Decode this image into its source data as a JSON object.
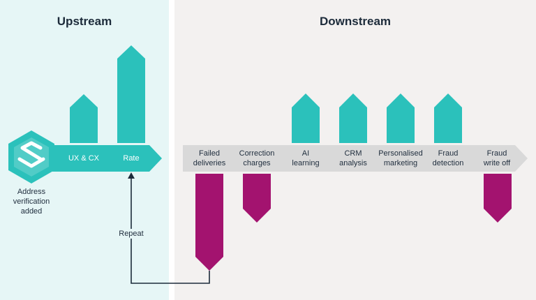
{
  "headings": {
    "upstream": "Upstream",
    "downstream": "Downstream"
  },
  "start_label": "Address\nverification\nadded",
  "upstream_steps": [
    "UX & CX",
    "Rate"
  ],
  "downstream_steps": [
    "Failed\ndeliveries",
    "Correction\ncharges",
    "AI\nlearning",
    "CRM\nanalysis",
    "Personalised\nmarketing",
    "Fraud\ndetection",
    "Fraud\nwrite off"
  ],
  "loop_label": "Repeat",
  "colors": {
    "upstream_bg": "#e6f6f6",
    "downstream_bg": "#f3f1f0",
    "teal": "#2bc1bb",
    "magenta": "#a3136f",
    "track_light": "#d9d9d9",
    "line": "#1c2b3a"
  },
  "icon": "stacked-layers-hexagon-icon"
}
